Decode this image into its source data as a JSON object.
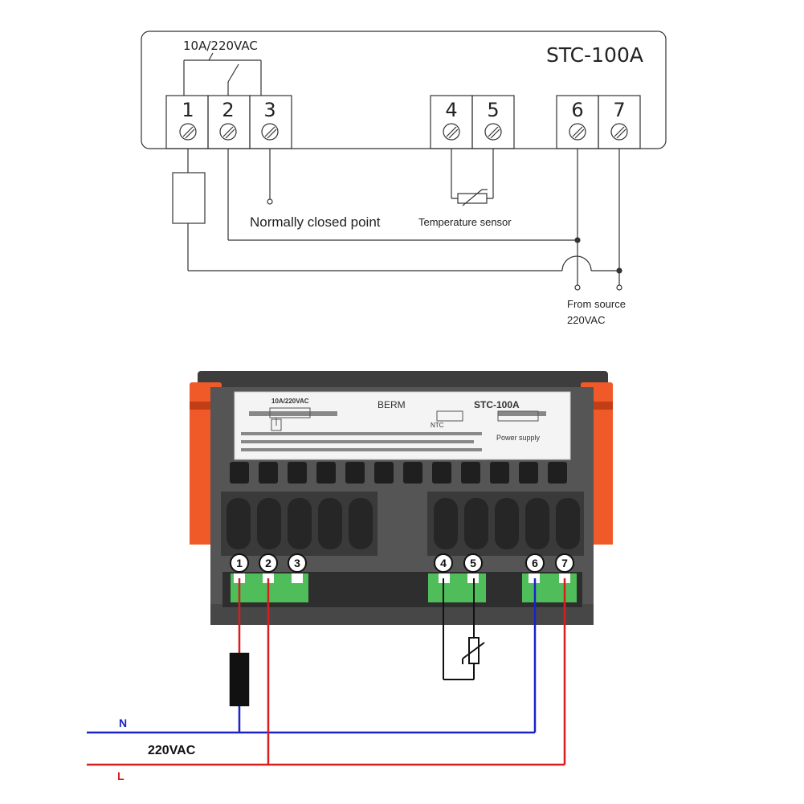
{
  "schematic": {
    "model": "STC-100A",
    "relay_rating": "10A/220VAC",
    "terminals": [
      "1",
      "2",
      "3",
      "4",
      "5",
      "6",
      "7"
    ],
    "nc_label": "Normally closed point",
    "sensor_label": "Temperature sensor",
    "source_label_line1": "From source",
    "source_label_line2": "220VAC"
  },
  "device": {
    "brand": "BERM",
    "model": "STC-100A",
    "rating": "10A/220VAC",
    "sticker_ntc": "NTC",
    "sticker_power": "Power supply",
    "terminal_badges": [
      "1",
      "2",
      "3",
      "4",
      "5",
      "6",
      "7"
    ]
  },
  "wiring": {
    "neutral_label": "N",
    "live_label": "L",
    "voltage_label": "220VAC"
  },
  "colors": {
    "neutral": "#1a22c8",
    "live": "#d81e1e",
    "clip_orange": "#f05a28",
    "housing": "#555555",
    "terminal_green": "#4fbe5a"
  }
}
